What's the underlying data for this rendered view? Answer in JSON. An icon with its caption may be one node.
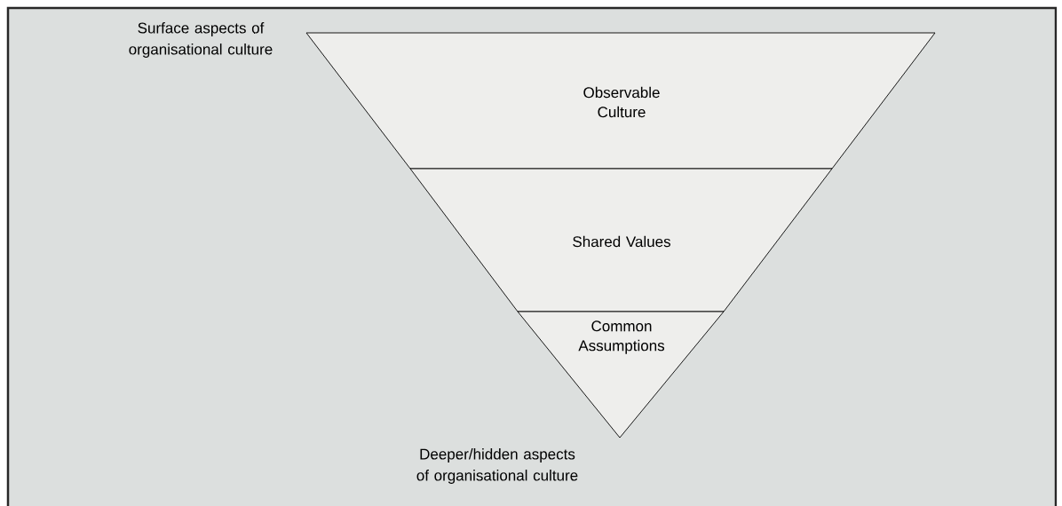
{
  "diagram": {
    "nodes": [
      {
        "text": [
          "Observable Culture"
        ]
      },
      {
        "text": [
          "Shared Values"
        ]
      },
      {
        "text": [
          "Common Assumptions"
        ]
      }
    ],
    "labels": [
      "Surface aspects of organisational culture",
      "Deeper/hidden aspects of organisational culture"
    ]
  }
}
